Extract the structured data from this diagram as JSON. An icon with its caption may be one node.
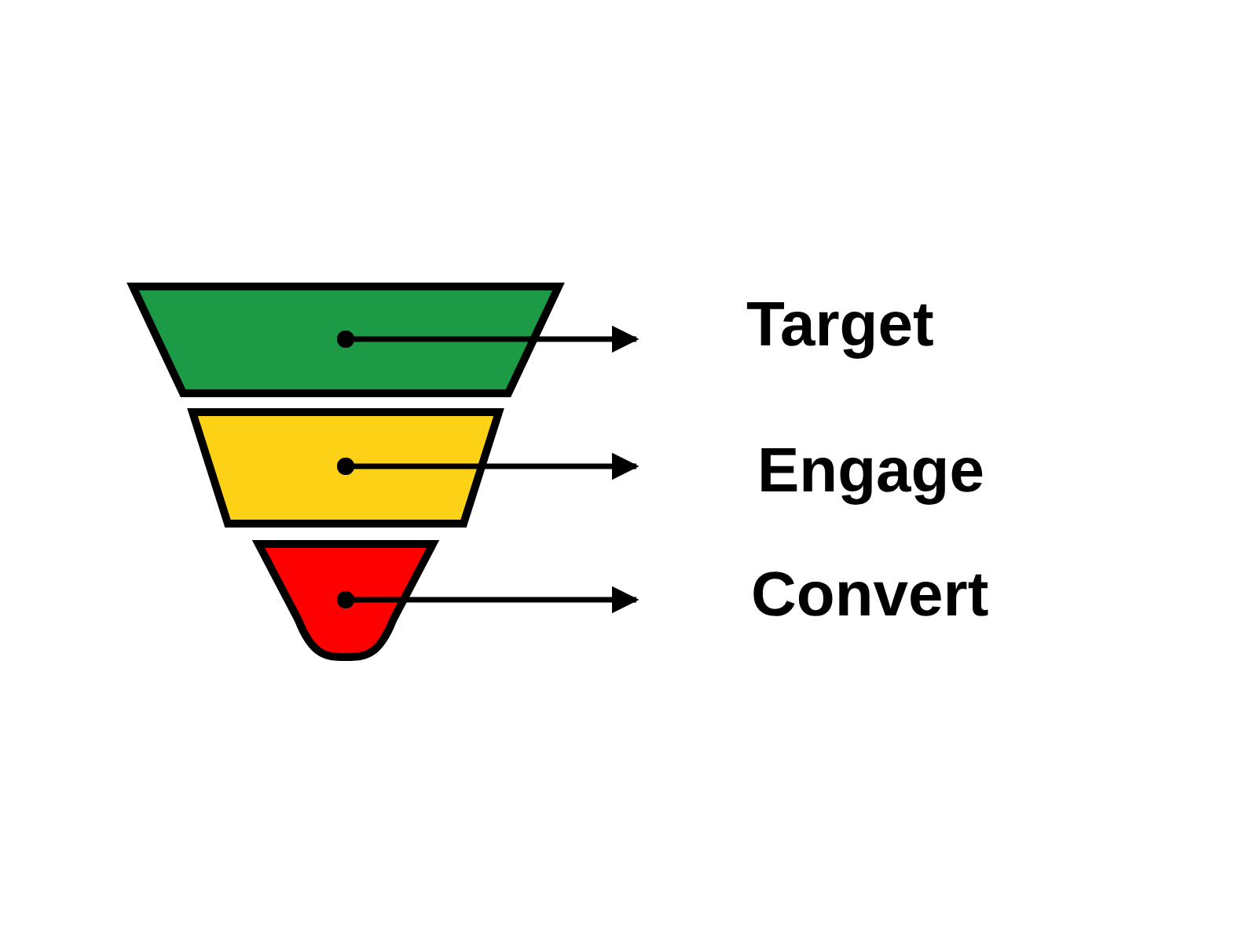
{
  "diagram": {
    "nodes": [
      {
        "text": [],
        "shape": "trapezoid"
      },
      {
        "text": [],
        "shape": "trapezoid"
      },
      {
        "text": [],
        "shape": "funnel-tip"
      },
      {
        "text": [
          "Target"
        ]
      },
      {
        "text": [
          "Engage"
        ]
      },
      {
        "text": [
          "Convert"
        ]
      }
    ],
    "edges": [
      {
        "from": 0,
        "to": 3,
        "arrow": "to"
      },
      {
        "from": 1,
        "to": 4,
        "arrow": "to"
      },
      {
        "from": 2,
        "to": 5,
        "arrow": "to"
      }
    ]
  }
}
